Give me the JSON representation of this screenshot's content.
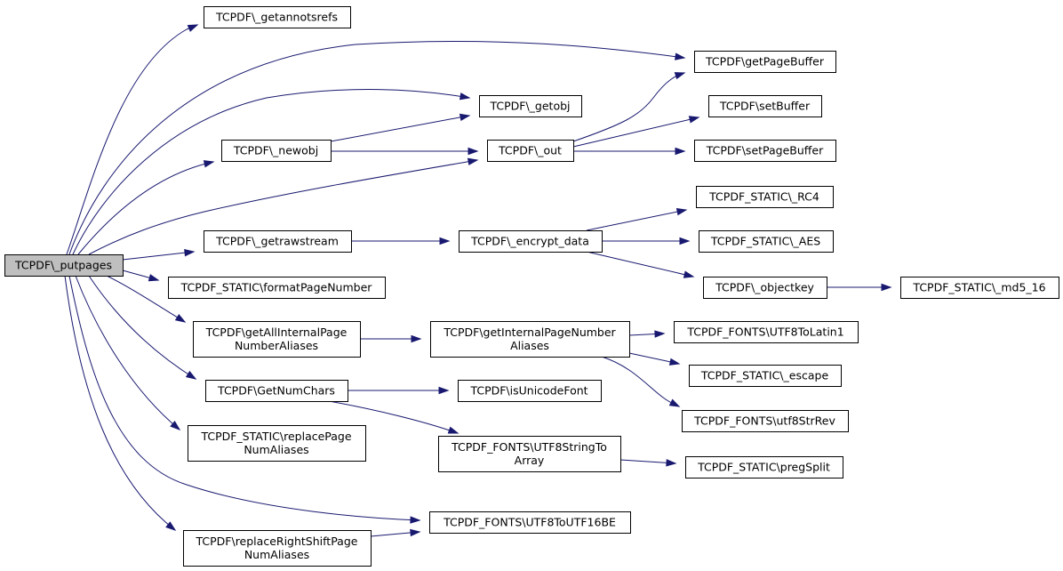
{
  "diagram": {
    "nodes": [
      {
        "id": "putpages",
        "lines": [
          "TCPDF\\_putpages"
        ],
        "root": true
      },
      {
        "id": "getannotsrefs",
        "lines": [
          "TCPDF\\_getannotsrefs"
        ]
      },
      {
        "id": "getPageBuffer",
        "lines": [
          "TCPDF\\getPageBuffer"
        ]
      },
      {
        "id": "getobj",
        "lines": [
          "TCPDF\\_getobj"
        ]
      },
      {
        "id": "setBuffer",
        "lines": [
          "TCPDF\\setBuffer"
        ]
      },
      {
        "id": "newobj",
        "lines": [
          "TCPDF\\_newobj"
        ]
      },
      {
        "id": "out",
        "lines": [
          "TCPDF\\_out"
        ]
      },
      {
        "id": "setPageBuffer",
        "lines": [
          "TCPDF\\setPageBuffer"
        ]
      },
      {
        "id": "rc4",
        "lines": [
          "TCPDF_STATIC\\_RC4"
        ]
      },
      {
        "id": "getrawstream",
        "lines": [
          "TCPDF\\_getrawstream"
        ]
      },
      {
        "id": "encrypt_data",
        "lines": [
          "TCPDF\\_encrypt_data"
        ]
      },
      {
        "id": "aes",
        "lines": [
          "TCPDF_STATIC\\_AES"
        ]
      },
      {
        "id": "objectkey",
        "lines": [
          "TCPDF\\_objectkey"
        ]
      },
      {
        "id": "md5_16",
        "lines": [
          "TCPDF_STATIC\\_md5_16"
        ]
      },
      {
        "id": "formatPageNumber",
        "lines": [
          "TCPDF_STATIC\\formatPageNumber"
        ]
      },
      {
        "id": "getAllInternal",
        "lines": [
          "TCPDF\\getAllInternalPage",
          "NumberAliases"
        ]
      },
      {
        "id": "getInternal",
        "lines": [
          "TCPDF\\getInternalPageNumber",
          "Aliases"
        ]
      },
      {
        "id": "utf8ToLatin1",
        "lines": [
          "TCPDF_FONTS\\UTF8ToLatin1"
        ]
      },
      {
        "id": "escape",
        "lines": [
          "TCPDF_STATIC\\_escape"
        ]
      },
      {
        "id": "getNumChars",
        "lines": [
          "TCPDF\\GetNumChars"
        ]
      },
      {
        "id": "isUnicodeFont",
        "lines": [
          "TCPDF\\isUnicodeFont"
        ]
      },
      {
        "id": "utf8StrRev",
        "lines": [
          "TCPDF_FONTS\\utf8StrRev"
        ]
      },
      {
        "id": "replacePage",
        "lines": [
          "TCPDF_STATIC\\replacePage",
          "NumAliases"
        ]
      },
      {
        "id": "utf8StringToArray",
        "lines": [
          "TCPDF_FONTS\\UTF8StringTo",
          "Array"
        ]
      },
      {
        "id": "pregSplit",
        "lines": [
          "TCPDF_STATIC\\pregSplit"
        ]
      },
      {
        "id": "utf8ToUTF16BE",
        "lines": [
          "TCPDF_FONTS\\UTF8ToUTF16BE"
        ]
      },
      {
        "id": "replaceRightShift",
        "lines": [
          "TCPDF\\replaceRightShiftPage",
          "NumAliases"
        ]
      }
    ],
    "edges": [
      {
        "from": "putpages",
        "to": "getannotsrefs"
      },
      {
        "from": "putpages",
        "to": "getPageBuffer"
      },
      {
        "from": "putpages",
        "to": "getobj"
      },
      {
        "from": "putpages",
        "to": "newobj"
      },
      {
        "from": "putpages",
        "to": "out"
      },
      {
        "from": "putpages",
        "to": "getrawstream"
      },
      {
        "from": "putpages",
        "to": "formatPageNumber"
      },
      {
        "from": "putpages",
        "to": "getAllInternal"
      },
      {
        "from": "putpages",
        "to": "getNumChars"
      },
      {
        "from": "putpages",
        "to": "replacePage"
      },
      {
        "from": "putpages",
        "to": "utf8ToUTF16BE"
      },
      {
        "from": "putpages",
        "to": "replaceRightShift"
      },
      {
        "from": "newobj",
        "to": "getobj"
      },
      {
        "from": "newobj",
        "to": "out"
      },
      {
        "from": "out",
        "to": "getPageBuffer"
      },
      {
        "from": "out",
        "to": "setBuffer"
      },
      {
        "from": "out",
        "to": "setPageBuffer"
      },
      {
        "from": "getrawstream",
        "to": "encrypt_data"
      },
      {
        "from": "encrypt_data",
        "to": "rc4"
      },
      {
        "from": "encrypt_data",
        "to": "aes"
      },
      {
        "from": "encrypt_data",
        "to": "objectkey"
      },
      {
        "from": "objectkey",
        "to": "md5_16"
      },
      {
        "from": "getAllInternal",
        "to": "getInternal"
      },
      {
        "from": "getInternal",
        "to": "utf8ToLatin1"
      },
      {
        "from": "getInternal",
        "to": "escape"
      },
      {
        "from": "getInternal",
        "to": "utf8StrRev"
      },
      {
        "from": "getNumChars",
        "to": "isUnicodeFont"
      },
      {
        "from": "getNumChars",
        "to": "utf8StringToArray"
      },
      {
        "from": "utf8StringToArray",
        "to": "pregSplit"
      },
      {
        "from": "replaceRightShift",
        "to": "utf8ToUTF16BE"
      }
    ]
  }
}
